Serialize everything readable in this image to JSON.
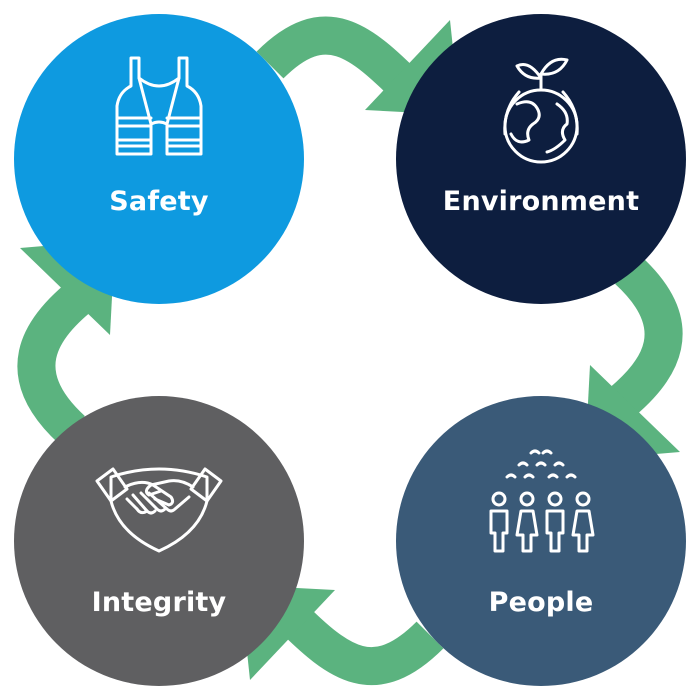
{
  "colors": {
    "arrow": "#5bb37f",
    "safety": "#0e9ae0",
    "environment": "#0d1e3f",
    "people": "#3a5a78",
    "integrity": "#5f5f61",
    "icon_stroke": "#ffffff"
  },
  "nodes": {
    "safety": {
      "label": "Safety",
      "icon": "safety-vest-icon"
    },
    "environment": {
      "label": "Environment",
      "icon": "globe-sprout-icon"
    },
    "people": {
      "label": "People",
      "icon": "group-people-icon"
    },
    "integrity": {
      "label": "Integrity",
      "icon": "handshake-shield-icon"
    }
  }
}
